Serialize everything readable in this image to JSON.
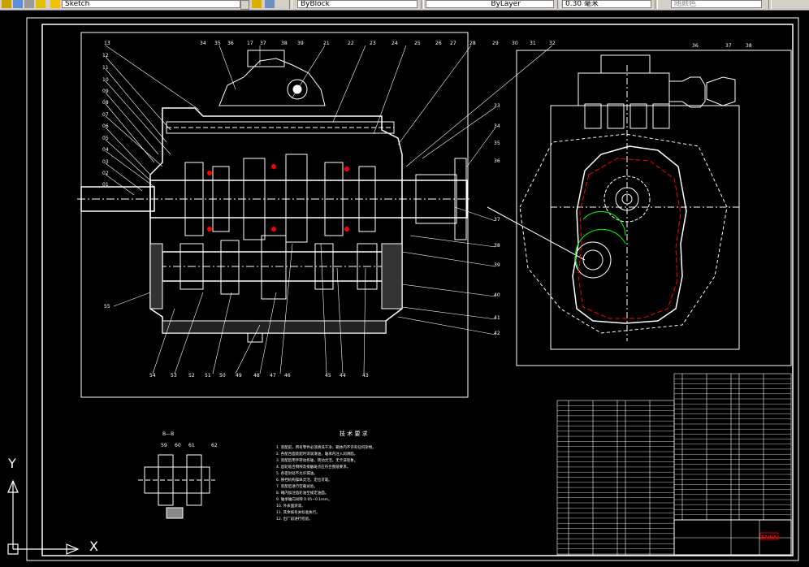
{
  "toolbar": {
    "layer_combo": "Sketch",
    "color_combo": "ByBlock",
    "linetype_combo": "ByLayer",
    "lineweight_combo": "0.30 毫米",
    "plotstyle_combo": "随颜色"
  },
  "drawing": {
    "tech_title": "技 术 要 求",
    "tech_notes": [
      "1. 装配前，所有零件必须清洗干净，箱体内不许有任何杂物。",
      "2. 各配合面装配时涂润滑油，轴承内注入润滑脂。",
      "3. 装配后用手转动各轴，转动灵活，无卡滞现象。",
      "4. 齿轮啮合侧隙及接触斑点应符合图纸要求。",
      "5. 各密封处不允许漏油。",
      "6. 换挡机构操纵灵活，定位可靠。",
      "7. 装配后进行空载试验。",
      "8. 箱内加注齿轮油至规定油面。",
      "9. 轴承轴向间隙 0.05~0.1mm。",
      "10. 外表面涂漆。",
      "11. 其余按有关标准执行。",
      "12. 出厂前进行检验。"
    ],
    "section_label": "B—B",
    "title_block_mark": "SAINA",
    "axis_y": "Y",
    "axis_x": "X",
    "callouts_top": [
      "13",
      "34",
      "35",
      "36",
      "17",
      "37",
      "38",
      "39",
      "21",
      "22",
      "23",
      "24",
      "25",
      "26",
      "27",
      "28",
      "29",
      "30",
      "31",
      "32"
    ],
    "callouts_left": [
      "12",
      "11",
      "10",
      "09",
      "08",
      "07",
      "06",
      "05",
      "04",
      "03",
      "02",
      "01"
    ],
    "callouts_right": [
      "33",
      "34",
      "35",
      "36",
      "37",
      "38",
      "39",
      "40",
      "41",
      "42"
    ],
    "callouts_bottom": [
      "54",
      "53",
      "52",
      "51",
      "50",
      "49",
      "48",
      "47",
      "46",
      "45",
      "44",
      "43"
    ],
    "callout_left_lower": "55",
    "side_callouts": [
      "36",
      "37",
      "38"
    ],
    "bb_callouts": [
      "59",
      "60",
      "61",
      "62"
    ]
  }
}
